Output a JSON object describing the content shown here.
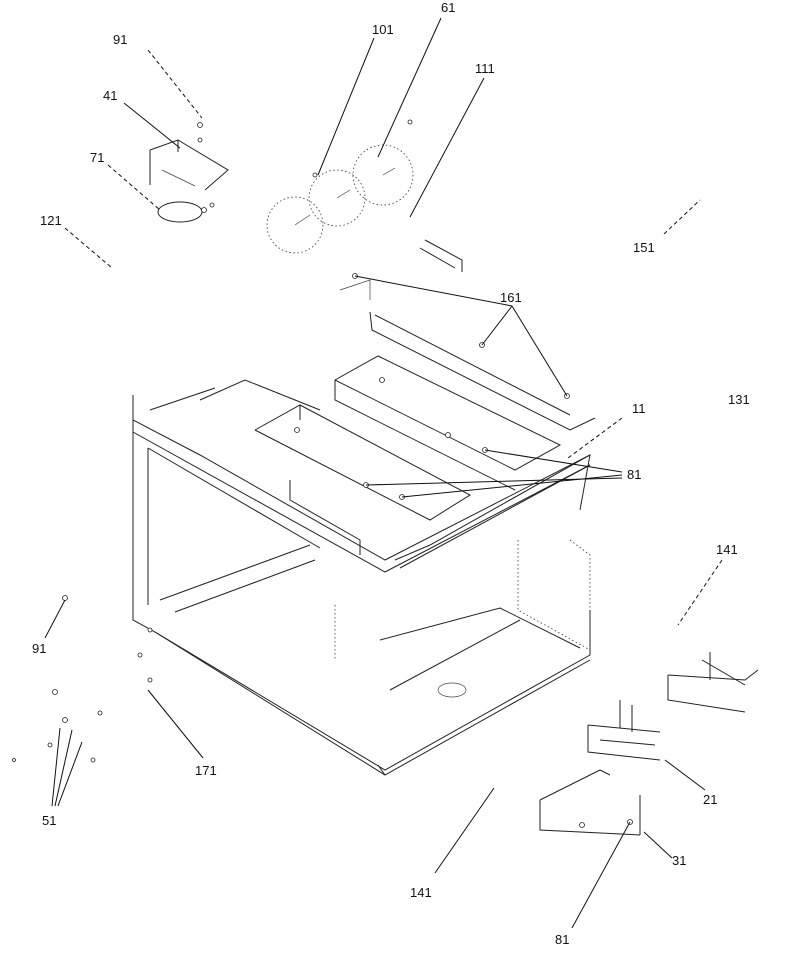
{
  "callouts": {
    "c91a": "91",
    "c41": "41",
    "c71": "71",
    "c121": "121",
    "c101": "101",
    "c61": "61",
    "c111": "111",
    "c151": "151",
    "c161": "161",
    "c131": "131",
    "c11": "11",
    "c81a": "81",
    "c141a": "141",
    "c91b": "91",
    "c51": "51",
    "c171": "171",
    "c21": "21",
    "c31": "31",
    "c141b": "141",
    "c81b": "81"
  },
  "colors": {
    "ink": "#111111",
    "background": "#ffffff"
  }
}
